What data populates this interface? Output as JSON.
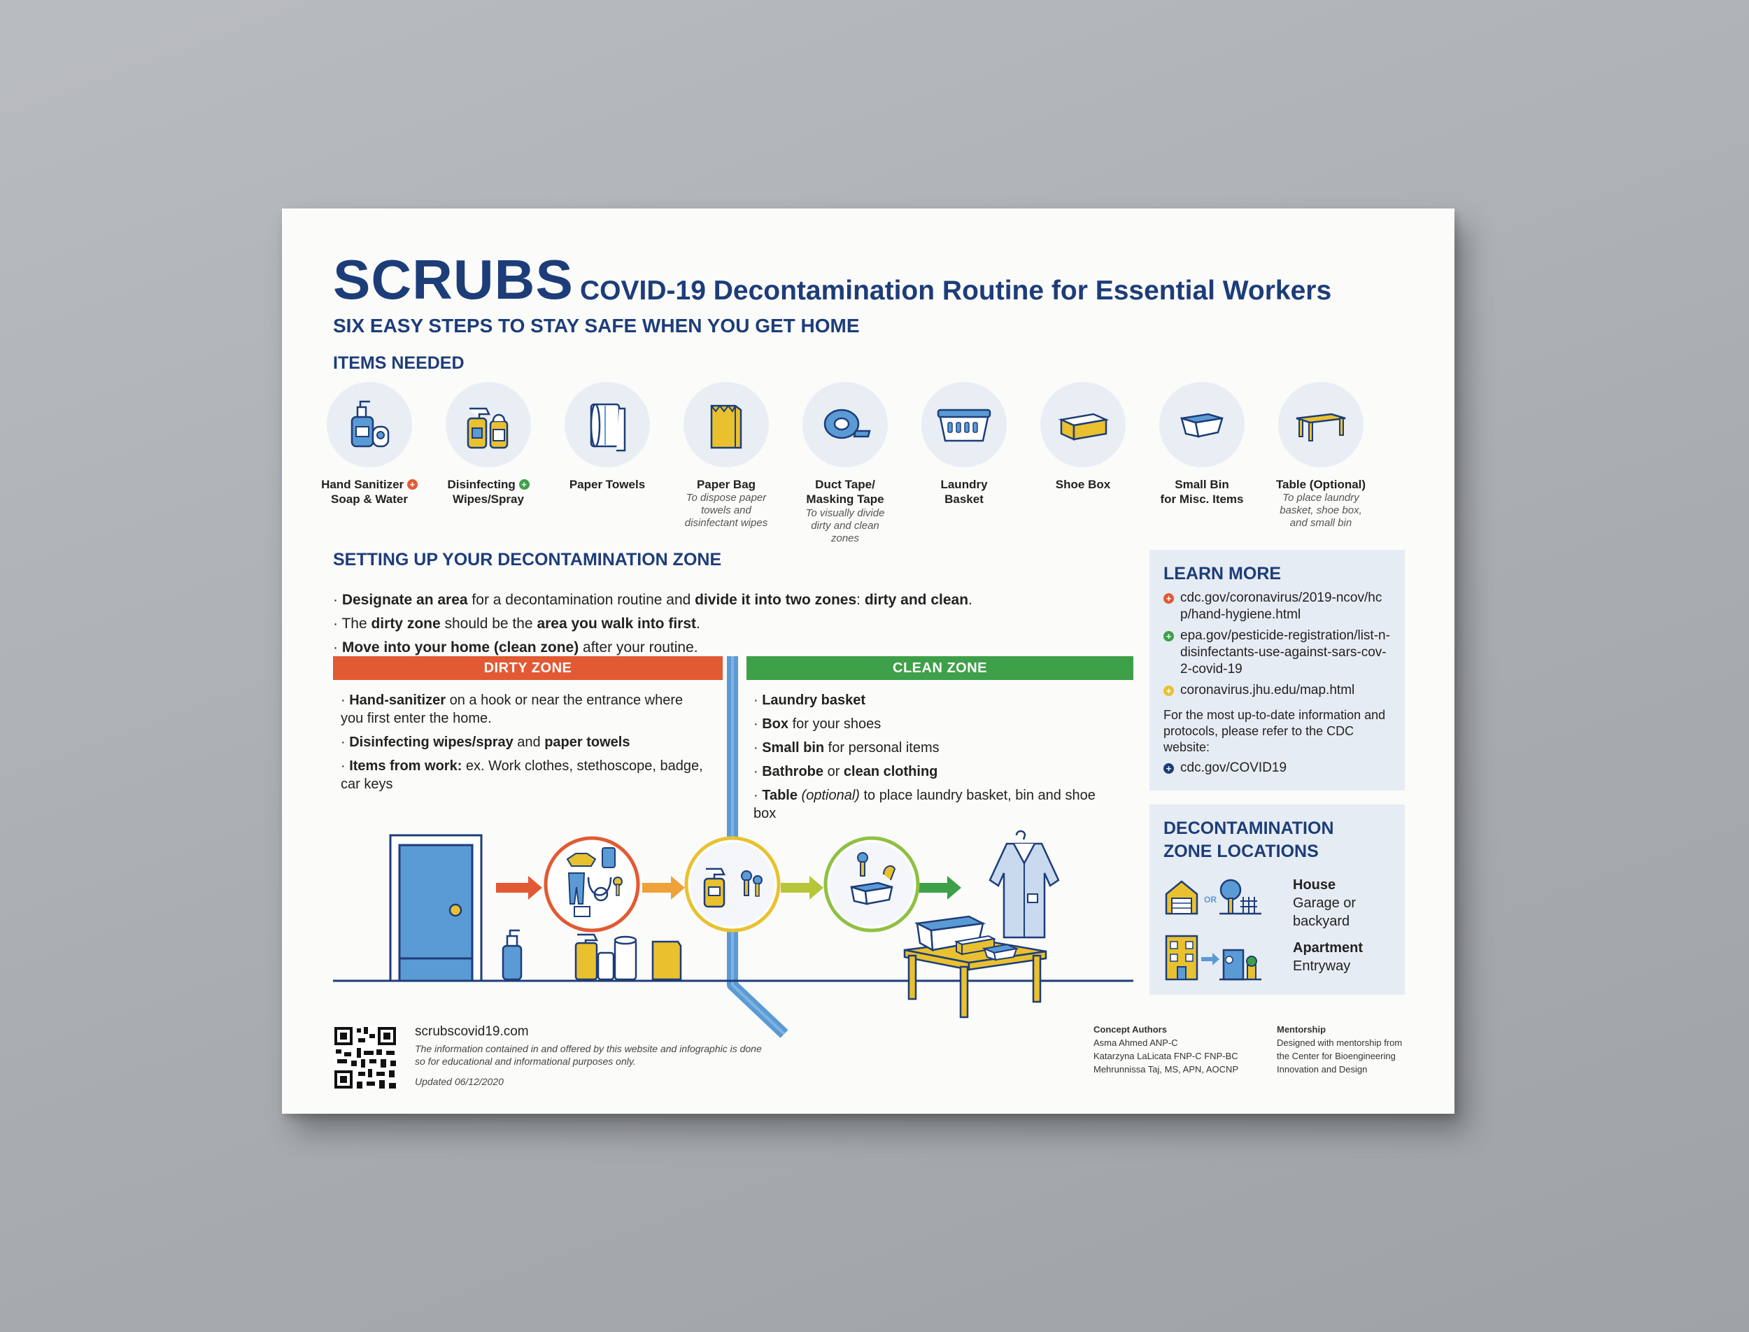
{
  "header": {
    "brand": "SCRUBS",
    "subtitle": "COVID-19 Decontamination Routine for Essential Workers",
    "tagline": "SIX EASY STEPS TO STAY SAFE WHEN YOU GET HOME"
  },
  "items_needed": {
    "heading": "ITEMS NEEDED",
    "items": [
      {
        "icon": "hand-sanitizer-icon",
        "label1": "Hand Sanitizer",
        "label2": "Soap & Water",
        "note": ""
      },
      {
        "icon": "disinfecting-spray-icon",
        "label1": "Disinfecting",
        "label2": "Wipes/Spray",
        "note": ""
      },
      {
        "icon": "paper-towels-icon",
        "label1": "Paper Towels",
        "label2": "",
        "note": ""
      },
      {
        "icon": "paper-bag-icon",
        "label1": "Paper Bag",
        "label2": "",
        "note": "To dispose paper towels and disinfectant wipes"
      },
      {
        "icon": "duct-tape-icon",
        "label1": "Duct Tape/",
        "label2": "Masking Tape",
        "note": "To visually divide dirty and clean zones"
      },
      {
        "icon": "laundry-basket-icon",
        "label1": "Laundry",
        "label2": "Basket",
        "note": ""
      },
      {
        "icon": "shoe-box-icon",
        "label1": "Shoe Box",
        "label2": "",
        "note": ""
      },
      {
        "icon": "small-bin-icon",
        "label1": "Small Bin",
        "label2": "for Misc. Items",
        "note": ""
      },
      {
        "icon": "table-icon",
        "label1": "Table (Optional)",
        "label2": "",
        "note": "To place laundry basket, shoe box, and small bin"
      }
    ]
  },
  "setup": {
    "heading": "SETTING UP YOUR DECONTAMINATION ZONE",
    "b1_bold1": "Designate an area",
    "b1_mid": " for a decontamination routine and ",
    "b1_bold2": "divide it into two zones",
    "b1_tail": ": ",
    "b1_bold3": "dirty and clean",
    "b1_end": ".",
    "b2_pre": "The ",
    "b2_bold1": "dirty zone",
    "b2_mid": " should be the ",
    "b2_bold2": "area you walk into first",
    "b2_end": ".",
    "b3_bold": "Move into your home (clean zone)",
    "b3_end": " after your routine."
  },
  "dirty_zone": {
    "label": "DIRTY ZONE",
    "i1_bold": "Hand-sanitizer",
    "i1_rest": " on a hook or near the entrance where you first enter the home.",
    "i2_bold1": "Disinfecting wipes/spray",
    "i2_mid": " and ",
    "i2_bold2": "paper towels",
    "i3_bold": "Items from work:",
    "i3_rest": " ex. Work clothes, stethoscope, badge, car keys"
  },
  "clean_zone": {
    "label": "CLEAN ZONE",
    "i1_bold": "Laundry basket",
    "i2_bold": "Box",
    "i2_rest": " for your shoes",
    "i3_bold": "Small bin",
    "i3_rest": " for personal items",
    "i4_bold1": "Bathrobe",
    "i4_mid": " or ",
    "i4_bold2": "clean clothing",
    "i5_bold": "Table",
    "i5_ital": " (optional)",
    "i5_rest": " to place laundry basket, bin and shoe box"
  },
  "learn_more": {
    "heading": "LEARN MORE",
    "links": [
      {
        "color": "red",
        "text": "cdc.gov/coronavirus/2019-ncov/hcp/hand-hygiene.html"
      },
      {
        "color": "green",
        "text": "epa.gov/pesticide-registration/list-n-disinfectants-use-against-sars-cov-2-covid-19"
      },
      {
        "color": "yellow",
        "text": "coronavirus.jhu.edu/map.html"
      }
    ],
    "note": "For the most up-to-date information and protocols, please refer to the CDC website:",
    "cdc_link": "cdc.gov/COVID19"
  },
  "locations": {
    "heading1": "DECONTAMINATION",
    "heading2": "ZONE LOCATIONS",
    "or_label": "OR",
    "house_title": "House",
    "house_desc": "Garage or backyard",
    "apt_title": "Apartment",
    "apt_desc": "Entryway"
  },
  "footer": {
    "website": "scrubscovid19.com",
    "disclaimer": "The information contained in and offered by this website and infographic is done so for educational and informational purposes only.",
    "updated": "Updated 06/12/2020",
    "authors_heading": "Concept Authors",
    "authors": [
      "Asma Ahmed ANP-C",
      "Katarzyna LaLicata FNP-C FNP-BC",
      "Mehrunnissa Taj, MS, APN, AOCNP"
    ],
    "mentor_heading": "Mentorship",
    "mentor_text": "Designed with mentorship from the Center for Bioengineering Innovation and Design"
  },
  "colors": {
    "navy": "#1d3d79",
    "dirty": "#e25a33",
    "clean": "#3ea048",
    "yellow": "#e9c12f",
    "blue": "#5b9bd5"
  }
}
